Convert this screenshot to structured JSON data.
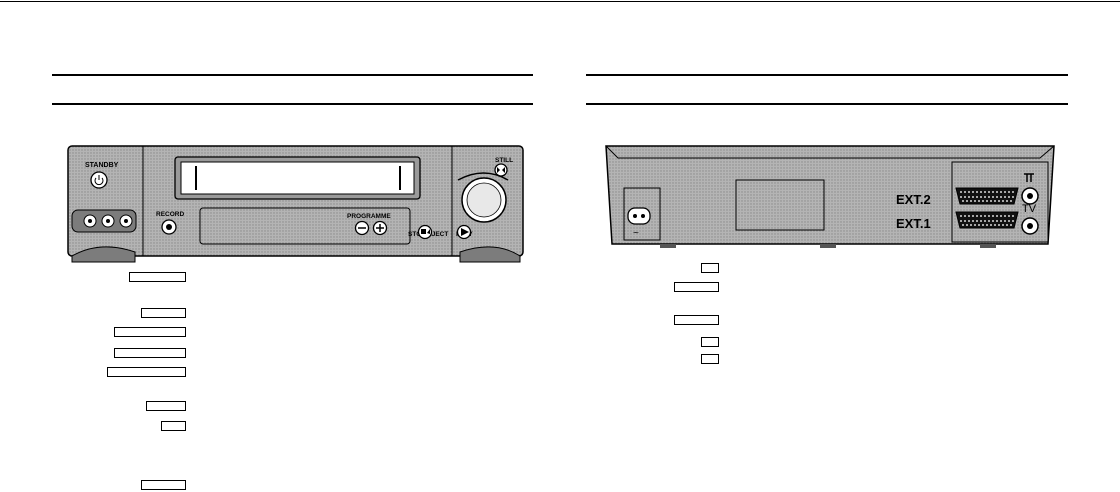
{
  "front_panel": {
    "labels": {
      "standby": "STANDBY",
      "record": "RECORD",
      "programme": "PROGRAMME",
      "stop_eject": "STOP/EJECT",
      "play": "PLAY",
      "still": "STILL"
    },
    "icons": [
      "power-icon",
      "minus-icon",
      "plus-icon",
      "stop-eject-icon",
      "play-icon",
      "still-icon"
    ]
  },
  "rear_panel": {
    "labels": {
      "ext2": "EXT.2",
      "ext1": "EXT.1",
      "tv": "TV"
    },
    "icons": [
      "mains-socket-icon",
      "antenna-in-icon",
      "tv-out-icon",
      "scart-ext2-icon",
      "scart-ext1-icon"
    ]
  },
  "colors": {
    "panel_gray": "#a8a8a8",
    "panel_dark": "#7c7c7c",
    "rule": "#000000"
  }
}
